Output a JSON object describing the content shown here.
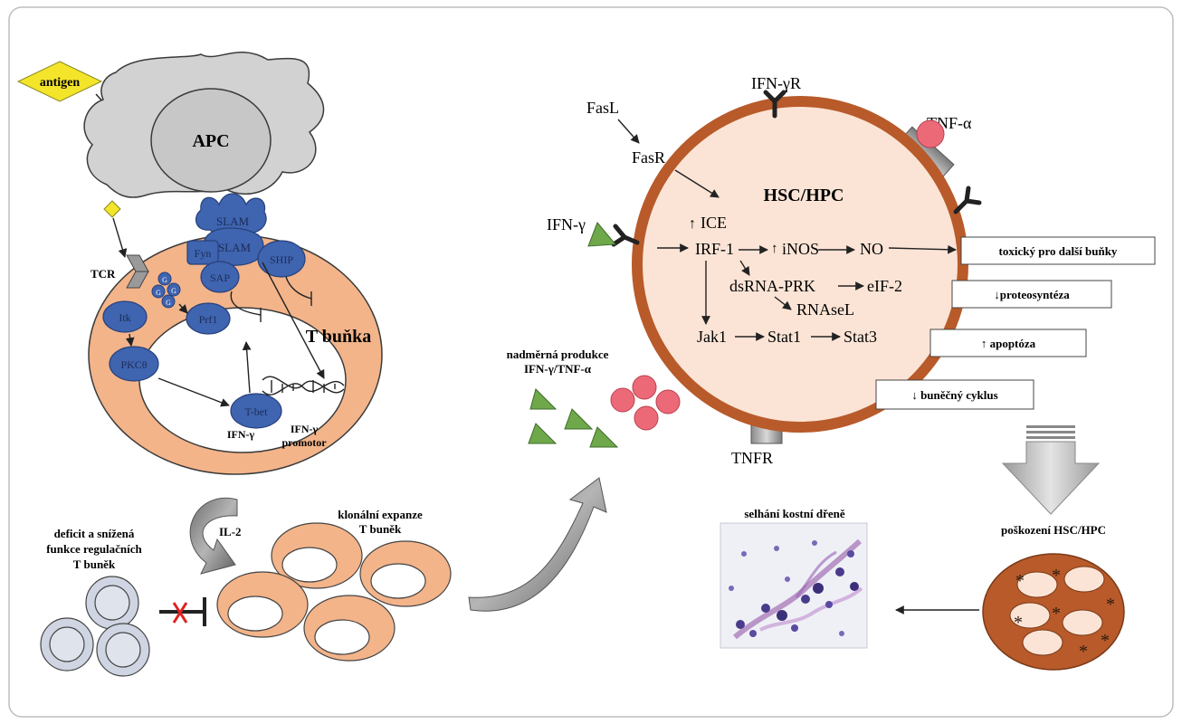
{
  "colors": {
    "blue": "#3f64b0",
    "blue_dark": "#27407a",
    "peach": "#f3b48a",
    "hsc_fill": "#fbe4d6",
    "hsc_ring": "#b85a2a",
    "green": "#6ea84a",
    "pink": "#ec6a78",
    "yellow": "#f4e42a",
    "grey_cell": "#cfcfcf"
  },
  "left": {
    "antigen": "antigen",
    "apc": "APC",
    "tcr": "TCR",
    "slam_top": "SLAM",
    "slam_bottom": "SLAM",
    "fyn": "Fyn",
    "sap": "SAP",
    "ship": "SHIP",
    "itk": "Itk",
    "prf1": "Prf1",
    "pkc": "PKCθ",
    "tbet": "T-bet",
    "t_cell": "T buňka",
    "ifn_gene": "IFN-γ",
    "ifn_promotor_1": "IFN-γ",
    "ifn_promotor_2": "promotor",
    "granule": "G",
    "il2": "IL-2",
    "clonal_1": "klonální expanze",
    "clonal_2": "T buněk",
    "deficit_1": "deficit a snížená",
    "deficit_2": "funkce regulačních",
    "deficit_3": "T buněk"
  },
  "middle": {
    "overproduction_1": "nadměrná produkce",
    "overproduction_2": "IFN-γ/TNF-α"
  },
  "right": {
    "hsc": "HSC/HPC",
    "fasl": "FasL",
    "fasr": "FasR",
    "ifngr": "IFN-γR",
    "tnfa": "TNF-α",
    "ifng": "IFN-γ",
    "tnfr": "TNFR",
    "ice": "ICE",
    "irf1": "IRF-1",
    "inos": "iNOS",
    "no": "NO",
    "dsrna": "dsRNA-PRK",
    "eif2": "eIF-2",
    "rnasel": "RNAseL",
    "jak1": "Jak1",
    "stat1": "Stat1",
    "stat3": "Stat3",
    "up_arrow": "↑",
    "box_toxic": "toxický pro další buňky",
    "box_proteo": "↓proteosyntéza",
    "box_apopt": "↑ apoptóza",
    "box_cycle": "↓ buněčný cyklus",
    "damage": "poškození HSC/HPC",
    "marrow_failure": "selhání kostní dřeně",
    "star": "*"
  }
}
